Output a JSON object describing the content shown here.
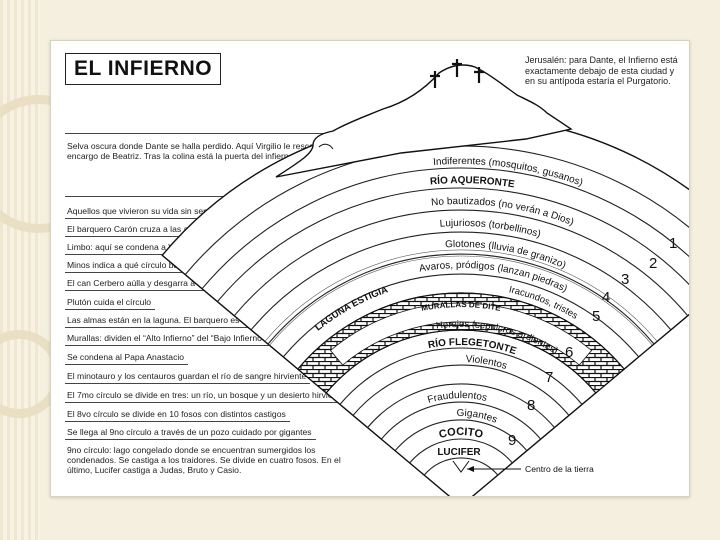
{
  "title": "EL INFIERNO",
  "jerusalem_note": "Jerusalén: para Dante, el Infierno está exactamente debajo de esta ciudad y en su antípoda estaría el Purgatorio.",
  "left_labels": [
    {
      "text": "Selva oscura donde Dante se halla perdido. Aquí Virgilio le rescata por encargo de Beatriz. Tras la colina está la puerta del infierno",
      "multiline": true
    },
    {
      "text": "Aquellos que vivieron su vida sin sentido",
      "multiline": false
    },
    {
      "text": "El barquero Carón cruza a las almas",
      "multiline": false
    },
    {
      "text": "Limbo: aquí se condena a Virgilio",
      "multiline": false
    },
    {
      "text": "Minos indica a qué círculo bajará cada alma",
      "multiline": false
    },
    {
      "text": "El can Cerbero aúlla y desgarra a los glotones",
      "multiline": false
    },
    {
      "text": "Plutón cuida el círculo",
      "multiline": false
    },
    {
      "text": "Las almas están en la laguna. El barquero es Flegias",
      "multiline": false
    },
    {
      "text": "Murallas: dividen el “Alto Infierno” del “Bajo Infierno”",
      "multiline": false
    },
    {
      "text": "Se condena al Papa Anastacio",
      "multiline": false
    },
    {
      "text": "El minotauro y los centauros guardan el río de sangre hirviente",
      "multiline": false
    },
    {
      "text": "El 7mo círculo se divide en tres: un río, un bosque y un desierto hirviente",
      "multiline": false
    },
    {
      "text": "El 8vo círculo se divide en 10 fosos con distintos castigos",
      "multiline": false
    },
    {
      "text": "Se llega al 9no círculo a través de un pozo cuidado por gigantes",
      "multiline": false
    },
    {
      "text": "9no círculo: lago congelado donde se encuentran sumergidos los condenados. Se castiga a los traidores. Se divide en cuatro fosos. En el último, Lucifer castiga a Judas, Bruto y Casio.",
      "multiline": true
    }
  ],
  "band_labels": {
    "indiferentes": "Indiferentes (mosquitos, gusanos)",
    "aqueronte": "RÍO AQUERONTE",
    "no_bautizados": "No bautizados (no verán a Dios)",
    "lujuriosos": "Lujuriosos (torbellinos)",
    "glotones": "Glotones (lluvia de granizo)",
    "avaros": "Avaros, pródigos (lanzan piedras)",
    "iracundos": "Iracundos, tristes",
    "laguna": "LAGUNA ESTIGIA",
    "murallas": "MURALLAS DE DITE",
    "herejes": "Herejes (sepulcros ardientes)",
    "flegetonte": "RÍO FLEGETONTE",
    "violentos": "Violentos",
    "fraudulentos": "Fraudulentos",
    "gigantes": "Gigantes",
    "cocito": "COCITO",
    "lucifer": "LUCIFER"
  },
  "circle_numbers": [
    "1",
    "2",
    "3",
    "4",
    "5",
    "6",
    "7",
    "8",
    "9"
  ],
  "center_label": "Centro de la tierra"
}
